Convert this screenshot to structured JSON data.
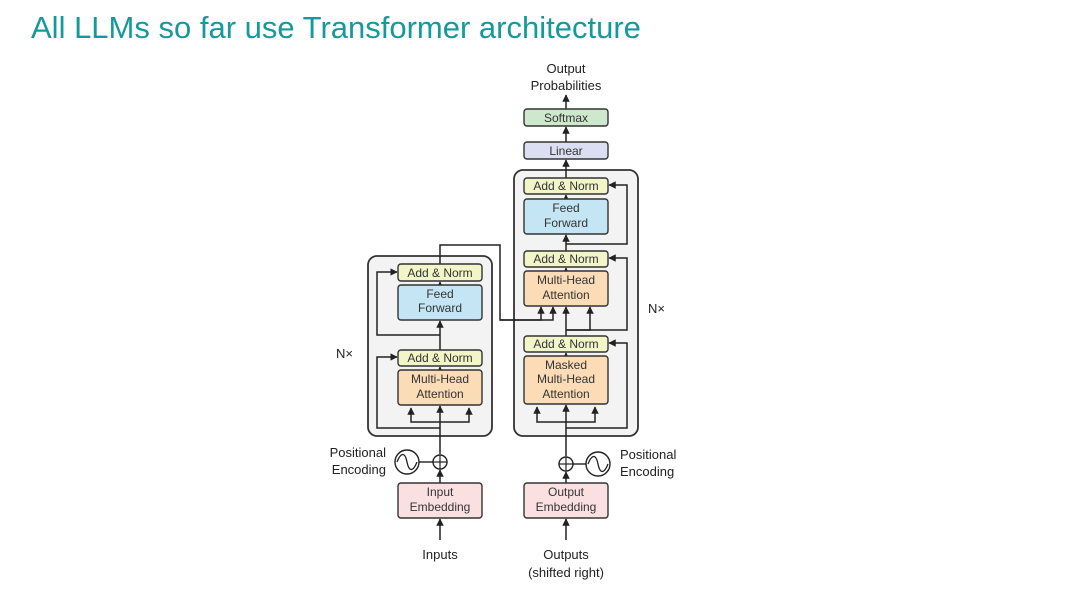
{
  "slide": {
    "title": "All LLMs so far use Transformer architecture"
  },
  "colors": {
    "title": "#16999a",
    "add_norm": "#f2f5c8",
    "feed_forward": "#c4e6f4",
    "attention": "#fbdcb6",
    "embedding": "#fbe0e2",
    "linear": "#dcdff1",
    "softmax": "#cde8cc",
    "stack_background": "#f3f3f3"
  },
  "encoder": {
    "add_norm_top": "Add & Norm",
    "feed_forward": [
      "Feed",
      "Forward"
    ],
    "add_norm_bottom": "Add & Norm",
    "attention": [
      "Multi-Head",
      "Attention"
    ],
    "repeat": "N×",
    "positional_encoding": [
      "Positional",
      "Encoding"
    ],
    "embedding": [
      "Input",
      "Embedding"
    ],
    "input_label": "Inputs"
  },
  "decoder": {
    "add_norm_top": "Add & Norm",
    "feed_forward": [
      "Feed",
      "Forward"
    ],
    "add_norm_mid": "Add & Norm",
    "cross_attention": [
      "Multi-Head",
      "Attention"
    ],
    "add_norm_bottom": "Add & Norm",
    "masked_attention": [
      "Masked",
      "Multi-Head",
      "Attention"
    ],
    "repeat": "N×",
    "positional_encoding": [
      "Positional",
      "Encoding"
    ],
    "embedding": [
      "Output",
      "Embedding"
    ],
    "input_label": [
      "Outputs",
      "(shifted right)"
    ]
  },
  "head": {
    "linear": "Linear",
    "softmax": "Softmax",
    "output_label": [
      "Output",
      "Probabilities"
    ]
  }
}
